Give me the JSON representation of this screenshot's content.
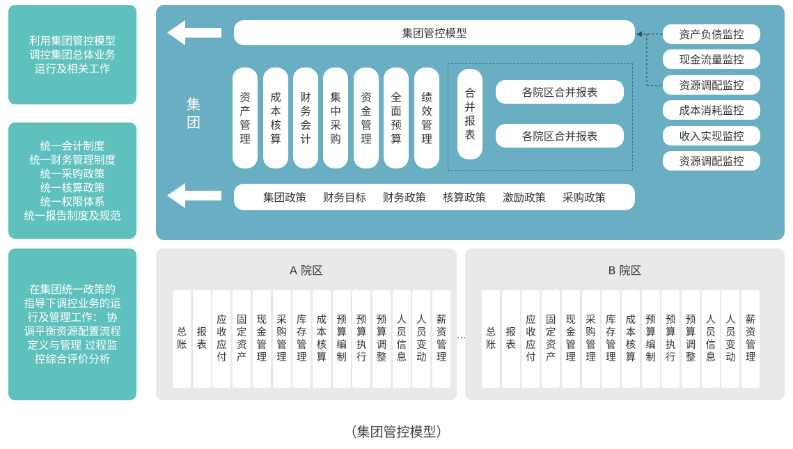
{
  "left_panels": [
    {
      "lines": [
        "利用集团管控模型",
        "调控集团总体业务",
        "运行及相关工作"
      ]
    },
    {
      "lines": [
        "统一会计制度",
        "统一财务管理制度",
        "统一采购政策",
        "统一核算政策",
        "统一权限体系",
        "统一报告制度及规范"
      ]
    },
    {
      "lines": [
        "在集团统一政策的",
        "指导下调控业务的运",
        "行及管理工作： 协",
        "调平衡资源配置流程",
        "定义与管理 过程监",
        "控综合评价分析"
      ]
    }
  ],
  "group": {
    "label": "集团",
    "model_title": "集团管控模型",
    "functions": [
      "资产管理",
      "成本核算",
      "财务会计",
      "集中采购",
      "资金管理",
      "全面预算",
      "绩效管理"
    ],
    "consolidated": {
      "label": "合并报表",
      "items": [
        "各院区合并报表",
        "各院区合并报表"
      ]
    },
    "policies": [
      "集团政策",
      "财务目标",
      "财务政策",
      "核算政策",
      "激励政策",
      "采购政策"
    ]
  },
  "monitors": [
    "资产负债监控",
    "现金流量监控",
    "资源调配监控",
    "成本消耗监控",
    "收入实现监控",
    "资源调配监控"
  ],
  "campuses": [
    {
      "title": "A 院区",
      "modules": [
        "总账",
        "报表",
        "应收应付",
        "固定资产",
        "现金管理",
        "采购管理",
        "库存管理",
        "成本核算",
        "预算编制",
        "预算执行",
        "预算调整",
        "人员信息",
        "人员变动",
        "薪资管理"
      ]
    },
    {
      "title": "B 院区",
      "modules": [
        "总账",
        "报表",
        "应收应付",
        "固定资产",
        "现金管理",
        "采购管理",
        "库存管理",
        "成本核算",
        "预算编制",
        "预算执行",
        "预算调整",
        "人员信息",
        "人员变动",
        "薪资管理"
      ]
    }
  ],
  "ellipsis": "……",
  "caption": "（集团管控模型）"
}
